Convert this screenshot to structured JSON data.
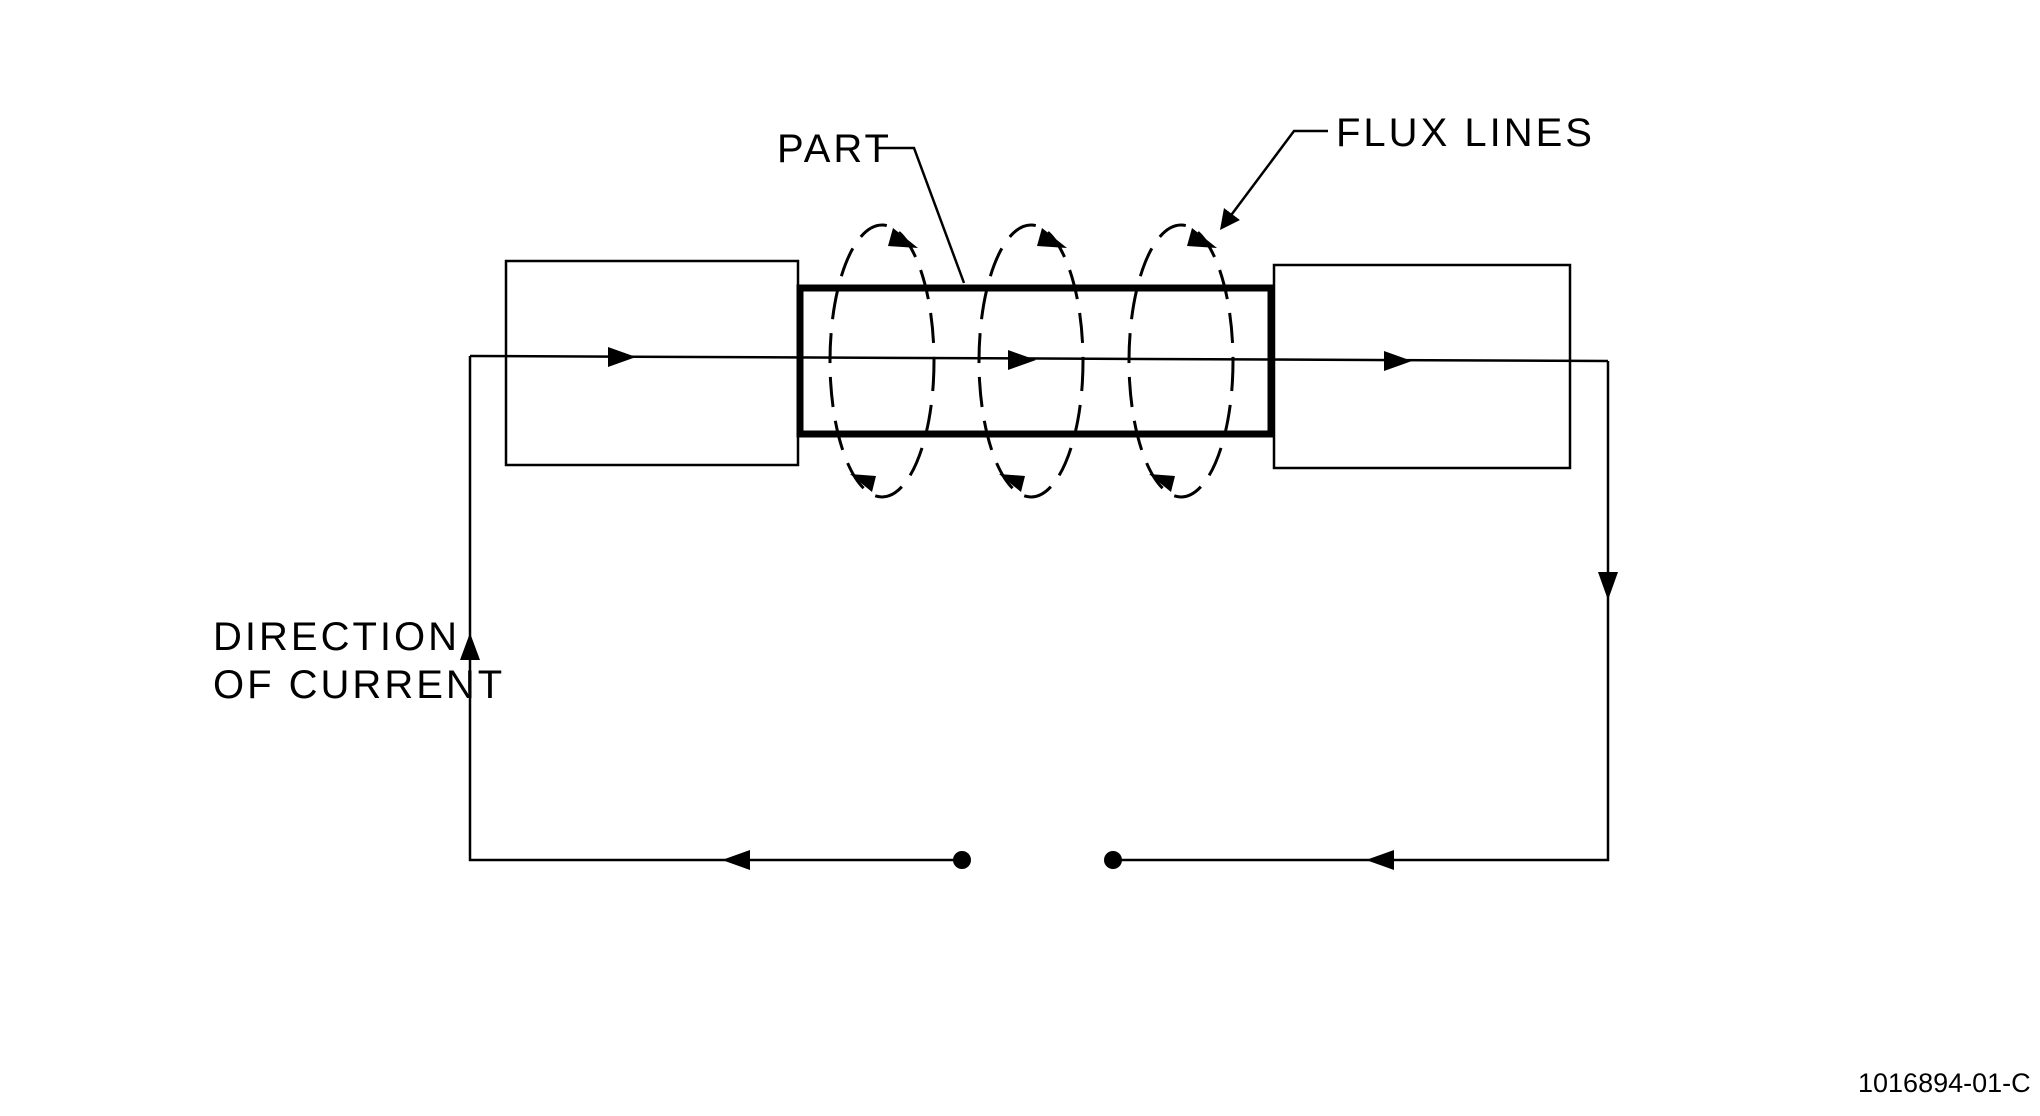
{
  "labels": {
    "part": "PART",
    "flux_lines": "FLUX LINES",
    "direction_line1": "DIRECTION",
    "direction_line2": "OF CURRENT",
    "figure_id": "1016894-01-C"
  }
}
